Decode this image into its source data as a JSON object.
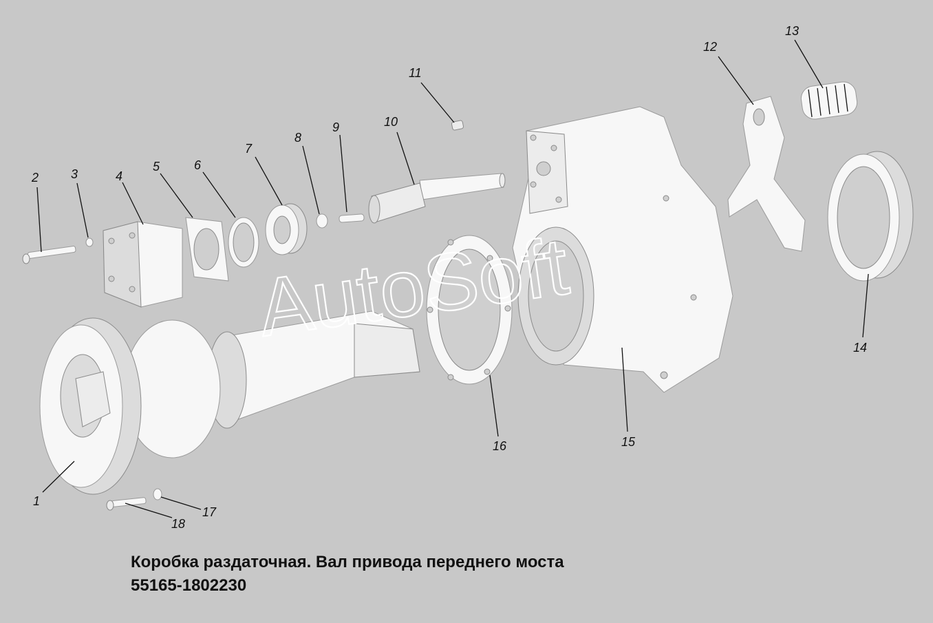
{
  "caption": {
    "title": "Коробка раздаточная. Вал привода переднего моста",
    "number": "55165-1802230"
  },
  "watermark": "AutoSoft",
  "callouts": [
    "1",
    "2",
    "3",
    "4",
    "5",
    "6",
    "7",
    "8",
    "9",
    "10",
    "11",
    "12",
    "13",
    "14",
    "15",
    "16",
    "17",
    "18"
  ]
}
